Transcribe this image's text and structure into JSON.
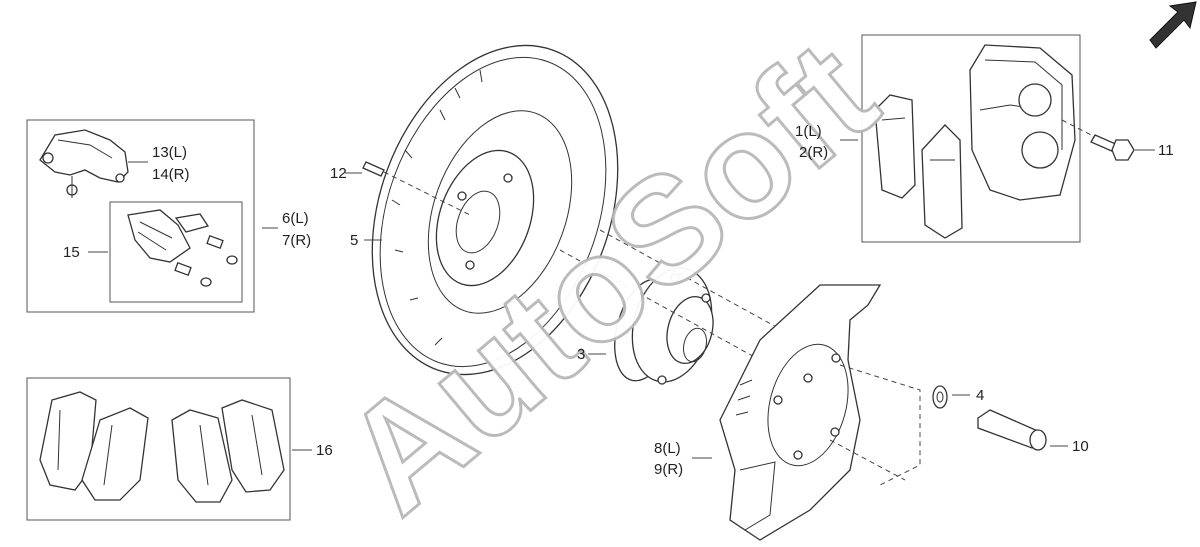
{
  "watermark": "AutoSoft",
  "callouts": {
    "c1": "1(L)",
    "c2": "2(R)",
    "c3": "3",
    "c4": "4",
    "c5": "5",
    "c6": "6(L)",
    "c7": "7(R)",
    "c8": "8(L)",
    "c9": "9(R)",
    "c10": "10",
    "c11": "11",
    "c12": "12",
    "c13": "13(L)",
    "c14": "14(R)",
    "c15": "15",
    "c16": "16"
  },
  "icons": {
    "direction": "front-arrow-icon"
  }
}
